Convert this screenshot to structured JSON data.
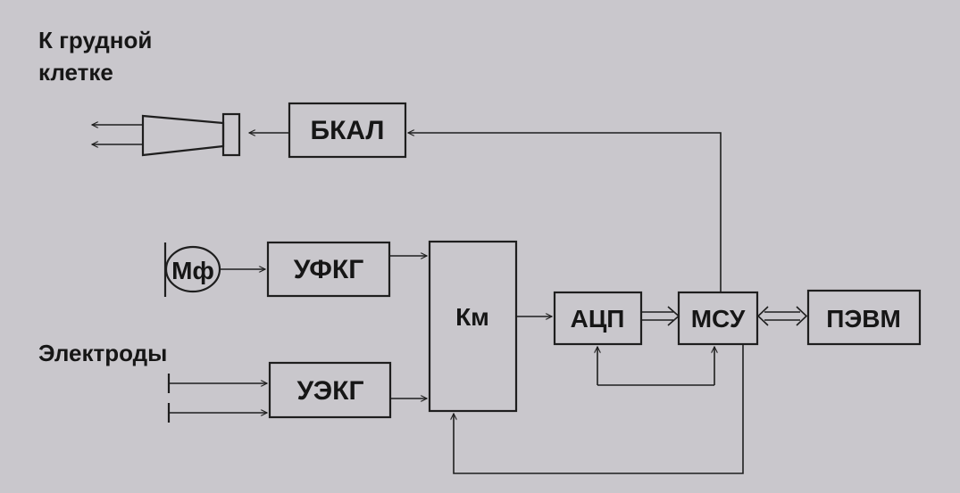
{
  "captions": {
    "chest_line1": "К грудной",
    "chest_line2": "клетке",
    "electrodes": "Электроды"
  },
  "blocks": {
    "bkal": "БКАЛ",
    "mf": "Мф",
    "ufkg": "УФКГ",
    "uekg": "УЭКГ",
    "km": "Км",
    "acp": "АЦП",
    "msu": "МСУ",
    "pevm": "ПЭВМ"
  },
  "colors": {
    "ink": "#1e1e1e",
    "paper": "#c9c7cc"
  }
}
